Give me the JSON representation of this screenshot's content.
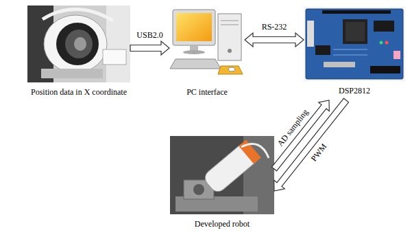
{
  "diagram": {
    "nodes": [
      {
        "text": [
          "Position data in X coordinate"
        ]
      },
      {
        "text": [
          "PC interface"
        ]
      },
      {
        "text": [
          "DSP2812"
        ]
      },
      {
        "text": [
          "Developed robot"
        ]
      }
    ],
    "edges": [
      {
        "from": 0,
        "to": 1,
        "arrow": "to",
        "label": "USB2.0"
      },
      {
        "from": 1,
        "to": 2,
        "arrow": "both",
        "label": "RS-232"
      },
      {
        "from": 3,
        "to": 2,
        "arrow": "to",
        "label": "AD sampling"
      },
      {
        "from": 2,
        "to": 3,
        "arrow": "to",
        "label": "PWM"
      }
    ]
  }
}
